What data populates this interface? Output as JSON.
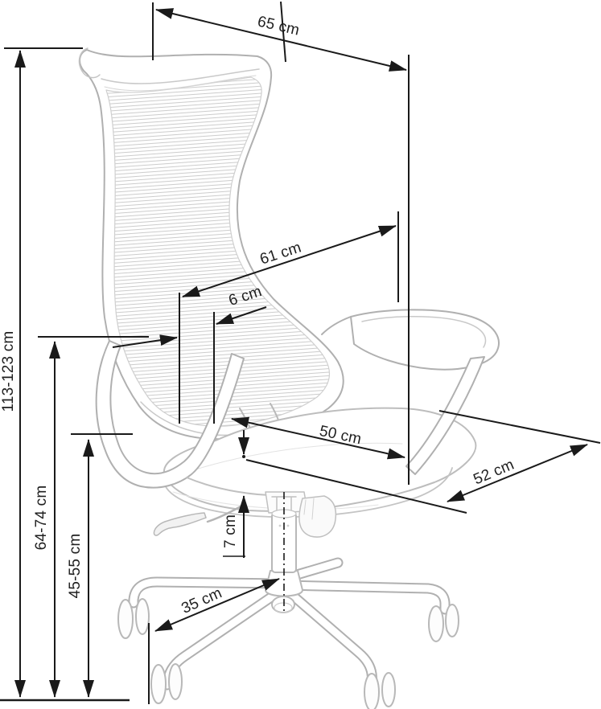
{
  "diagram": {
    "subject": "office-chair-dimension-drawing",
    "unit": "cm"
  },
  "dims": {
    "overall_width": "65 cm",
    "backrest_width": "61 cm",
    "backrest_offset": "6 cm",
    "overall_height": "113-123 cm",
    "armrest_height": "64-74 cm",
    "seat_height": "45-55 cm",
    "seat_width": "50 cm",
    "seat_depth": "52 cm",
    "seat_cushion_thickness": "7 cm",
    "base_leg_span": "35 cm"
  },
  "style": {
    "dimension_line_color": "#1a1a1a",
    "sketch_line_color": "#b3b3b3",
    "mesh_line_color": "#cbcbcb",
    "text_color": "#1f1f1f",
    "background": "#ffffff"
  }
}
